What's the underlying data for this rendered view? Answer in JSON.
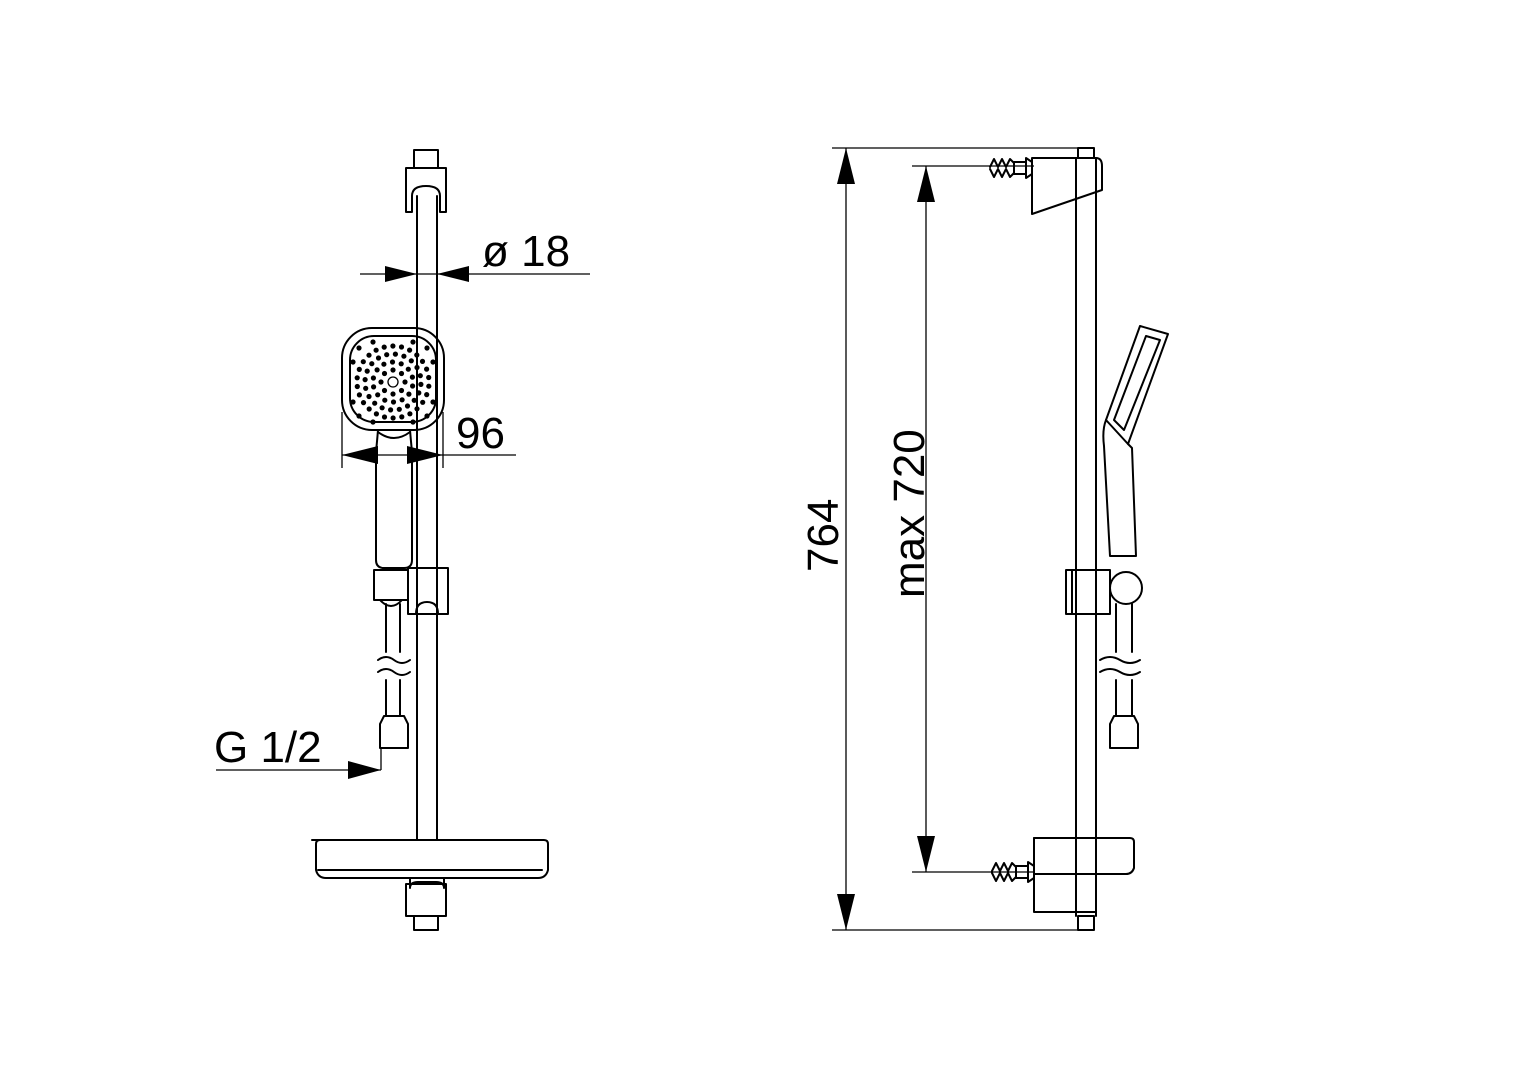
{
  "dimensions": {
    "bar_diameter": "ø 18",
    "hand_shower_width": "96",
    "hose_connection": "G 1/2",
    "total_height": "764",
    "max_adjustment": "max 720"
  },
  "colors": {
    "line": "#000000",
    "background": "#ffffff"
  }
}
